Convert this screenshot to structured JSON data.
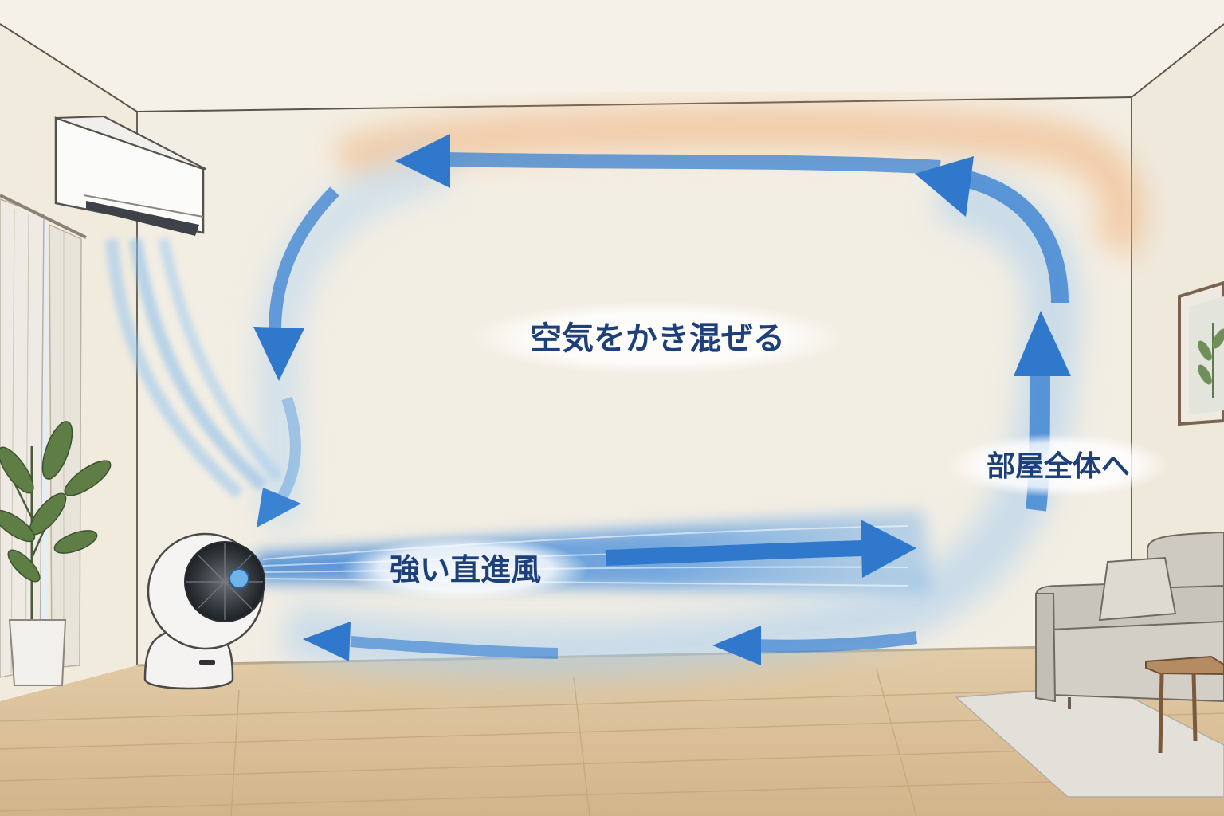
{
  "labels": {
    "mix": "空気をかき混ぜる",
    "whole_room": "部屋全体へ",
    "straight_wind": "強い直進風"
  },
  "colors": {
    "wall": "#f3eee3",
    "floor": "#dcc39f",
    "cool_air": "#3a82d2",
    "warm_air": "#f0b078",
    "label_text": "#1d3f7a"
  },
  "icons": {
    "air_conditioner": "air-conditioner-icon",
    "fan": "circulator-fan-icon",
    "plant": "potted-plant-icon",
    "sofa": "sofa-icon",
    "picture": "framed-picture-icon"
  }
}
